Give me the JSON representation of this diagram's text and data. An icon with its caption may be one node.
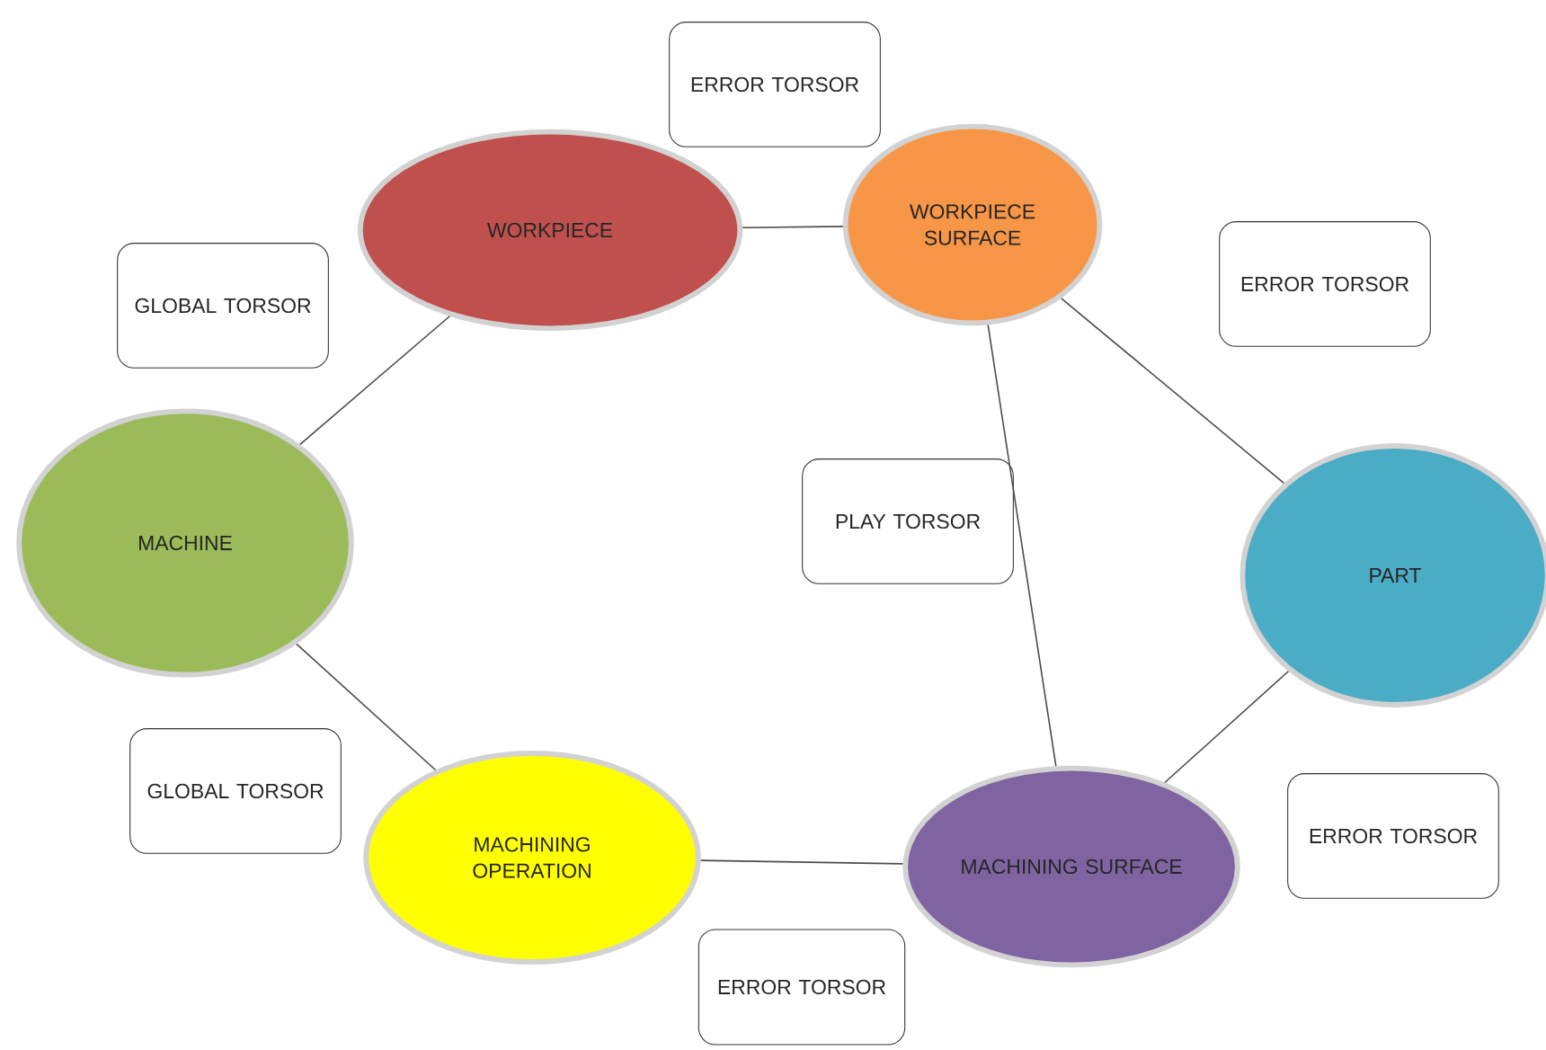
{
  "diagram": {
    "nodes": [
      {
        "text": [
          "ERROR TORSOR"
        ]
      },
      {
        "text": [
          "WORKPIECE"
        ]
      },
      {
        "text": [
          "WORKPIECE SURFACE"
        ]
      },
      {
        "text": [
          "GLOBAL TORSOR"
        ]
      },
      {
        "text": [
          "ERROR TORSOR"
        ]
      },
      {
        "text": [
          "PLAY TORSOR"
        ]
      },
      {
        "text": [
          "MACHINE"
        ]
      },
      {
        "text": [
          "PART"
        ]
      },
      {
        "text": [
          "GLOBAL TORSOR"
        ]
      },
      {
        "text": [
          "ERROR TORSOR"
        ]
      },
      {
        "text": [
          "MACHINING OPERATION"
        ]
      },
      {
        "text": [
          "MACHINING SURFACE"
        ]
      },
      {
        "text": [
          "ERROR TORSOR"
        ]
      }
    ],
    "edges": [
      {
        "from": 1,
        "to": 2,
        "arrow": "none"
      },
      {
        "from": 2,
        "to": 7,
        "arrow": "none"
      },
      {
        "from": 2,
        "to": 11,
        "arrow": "none"
      },
      {
        "from": 7,
        "to": 11,
        "arrow": "none"
      },
      {
        "from": 11,
        "to": 10,
        "arrow": "none"
      },
      {
        "from": 10,
        "to": 6,
        "arrow": "none"
      },
      {
        "from": 6,
        "to": 1,
        "arrow": "none"
      }
    ]
  }
}
